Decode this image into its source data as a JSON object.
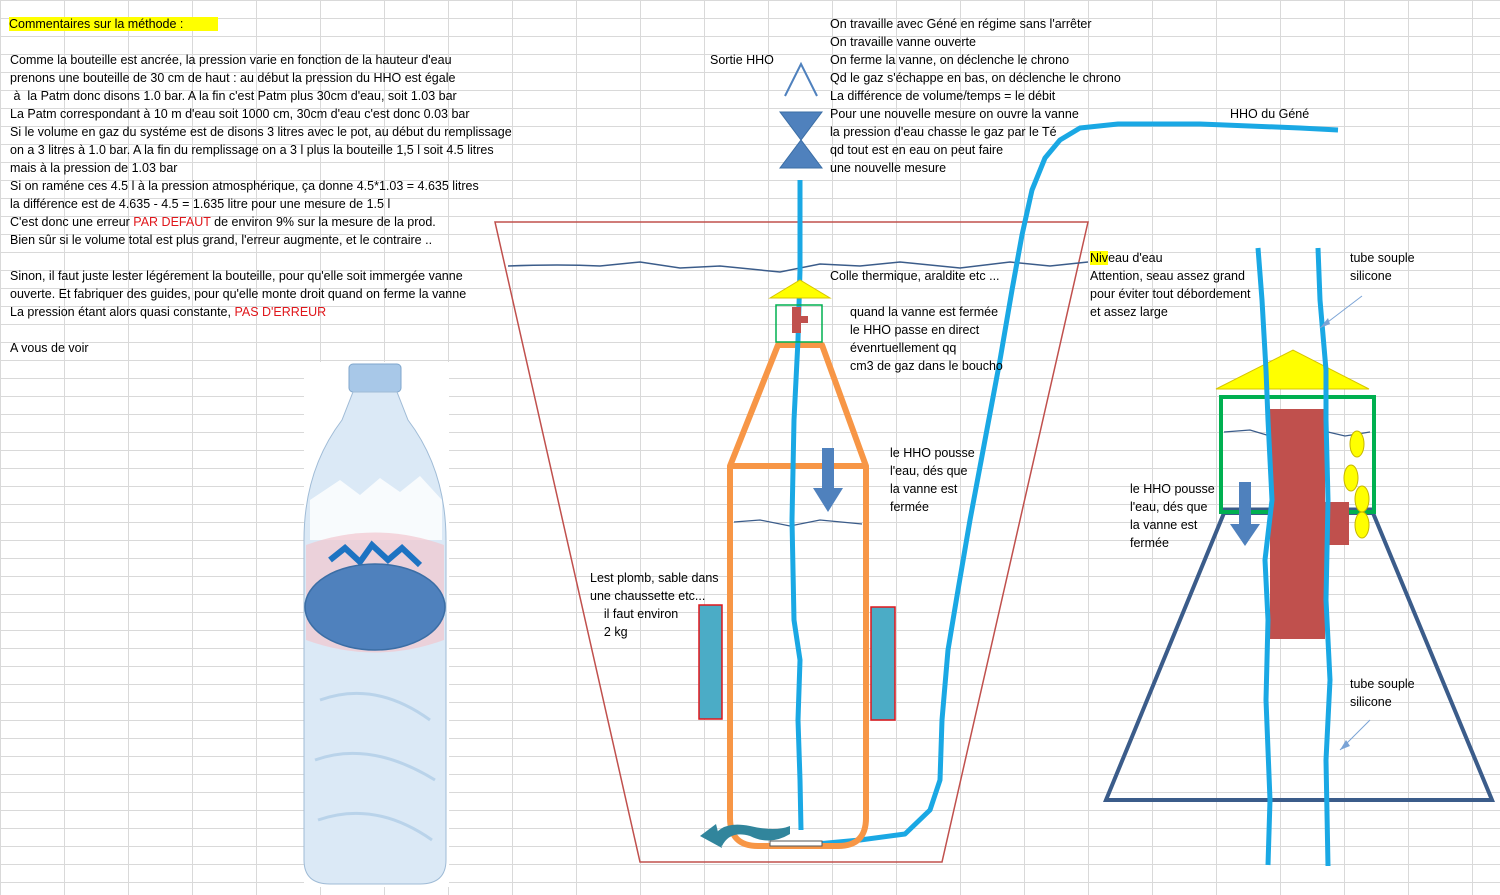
{
  "method": {
    "title": "Commentaires sur la méthode :",
    "lines": [
      "Comme la bouteille est ancrée, la pression varie en fonction de la hauteur d'eau",
      "prenons une bouteille de 30 cm de haut : au début la pression du HHO est égale",
      " à  la Patm donc disons 1.0 bar. A la fin c'est Patm plus 30cm d'eau, soit 1.03 bar",
      "La Patm correspondant à 10 m d'eau soit 1000 cm, 30cm d'eau c'est donc 0.03 bar",
      "Si le volume en gaz du systéme est de disons 3 litres avec le pot, au début du remplissage",
      "on a 3 litres à 1.0 bar. A la fin du remplissage on a 3 l plus la bouteille 1,5 l soit 4.5 litres",
      "mais à la pression de 1.03 bar",
      "Si on raméne ces 4.5 l à la pression atmosphérique, ça donne 4.5*1.03 = 4.635 litres",
      "la différence est de 4.635 - 4.5 = 1.635 litre pour une mesure de 1.5 l"
    ],
    "error_prefix": "C'est donc une erreur ",
    "error_highlight": "PAR DEFAUT",
    "error_suffix": " de environ 9% sur la mesure de la prod.",
    "line_bien": "Bien sûr si le volume total est plus grand, l'erreur augmente, et le contraire ..",
    "sinon_lines": [
      "Sinon, il faut juste lester légérement la bouteille, pour qu'elle soit immergée vanne",
      "ouverte. Et fabriquer des guides, pour qu'elle monte droit quand on ferme la vanne"
    ],
    "pression_prefix": "La pression étant alors quasi constante, ",
    "pression_highlight": "PAS D'ERREUR",
    "a_vous": "A vous de voir"
  },
  "procedure": {
    "lines": [
      "On travaille avec Géné en régime sans l'arrêter",
      "On travaille vanne ouverte",
      "On ferme la vanne, on déclenche le chrono",
      "Qd le gaz s'échappe en bas, on déclenche le chrono",
      "La différence de volume/temps = le débit",
      "Pour une nouvelle mesure on ouvre la vanne",
      "la pression d'eau chasse le gaz par le Té",
      "qd tout est en eau on peut faire",
      "une nouvelle mesure"
    ]
  },
  "labels": {
    "sortie_hho": "Sortie HHO",
    "hho_du_gene": "HHO du Géné",
    "colle": "Colle thermique, araldite etc ...",
    "niveau_hl": "Niv",
    "niveau_rest": "eau d'eau",
    "attention": [
      "Attention, seau assez grand",
      "pour éviter tout débordement",
      "et assez large"
    ],
    "vanne_fermee": [
      "quand la vanne est fermée",
      "le HHO passe en direct",
      "évenrtuellement qq",
      "cm3 de gaz dans le boucho"
    ],
    "hho_pousse": [
      "le HHO pousse",
      "l'eau, dés que",
      "la vanne est",
      "fermée"
    ],
    "hho_pousse_right": [
      "le HHO pousse",
      "l'eau, dés que",
      "la vanne est",
      "fermée"
    ],
    "lest": [
      "Lest plomb, sable dans",
      "une chaussette etc...",
      "    il faut environ",
      "    2 kg"
    ],
    "tube_top": [
      "tube souple",
      "silicone"
    ],
    "tube_bottom": [
      "tube souple",
      "silicone"
    ]
  },
  "colors": {
    "blue_tube": "#1aa8e4",
    "orange_bottle": "#f79646",
    "red_lest": "#c0504d",
    "teal_lest": "#4bacc6",
    "yellow": "#ffff00",
    "green": "#00b050",
    "navy": "#3b5c8a",
    "bucket": "#c0504d",
    "arrow": "#4f81bd"
  }
}
